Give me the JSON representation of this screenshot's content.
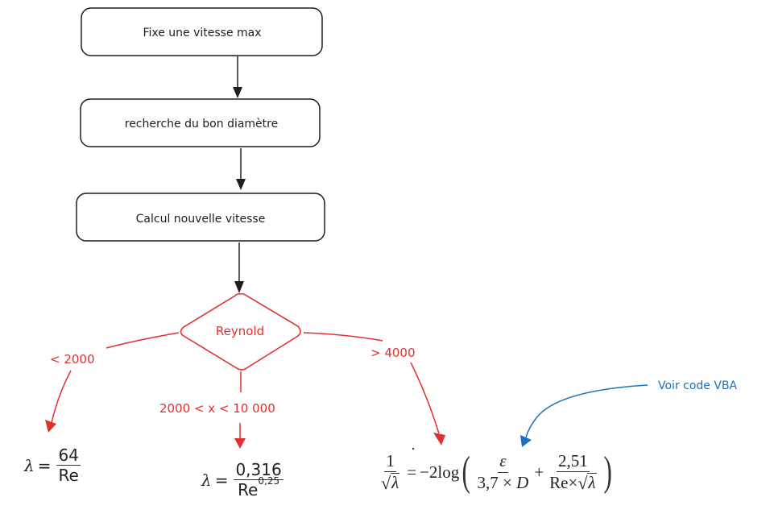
{
  "nodes": {
    "step1": "Fixe une vitesse max",
    "step2": "recherche du bon diamètre",
    "step3": "Calcul nouvelle vitesse",
    "decision": "Reynold"
  },
  "branches": {
    "left_label": "< 2000",
    "middle_label": "2000 < x < 10 000",
    "right_label": "> 4000"
  },
  "annotation": {
    "label": "Voir code VBA"
  },
  "formulas": {
    "laminar": {
      "lhs": "λ",
      "eq": "=",
      "numerator": "64",
      "denominator": "Re"
    },
    "blasius": {
      "lhs": "λ",
      "eq": "=",
      "numerator": "0,316",
      "denominator": "Re",
      "exponent": "0,25"
    },
    "colebrook": {
      "lhs_numerator": "1",
      "lhs_sqrt_arg": "λ",
      "eq": "=",
      "coef": "−2log",
      "term1_numerator": "ε",
      "term1_denominator_prefix": "3,7 × ",
      "term1_denominator_var": "D",
      "plus": "+",
      "term2_numerator": "2,51",
      "term2_denominator_prefix": "Re×",
      "term2_sqrt_arg": "λ"
    }
  },
  "colors": {
    "black_stroke": "#1e1e1e",
    "red": "#e03131",
    "blue": "#1971c2"
  }
}
